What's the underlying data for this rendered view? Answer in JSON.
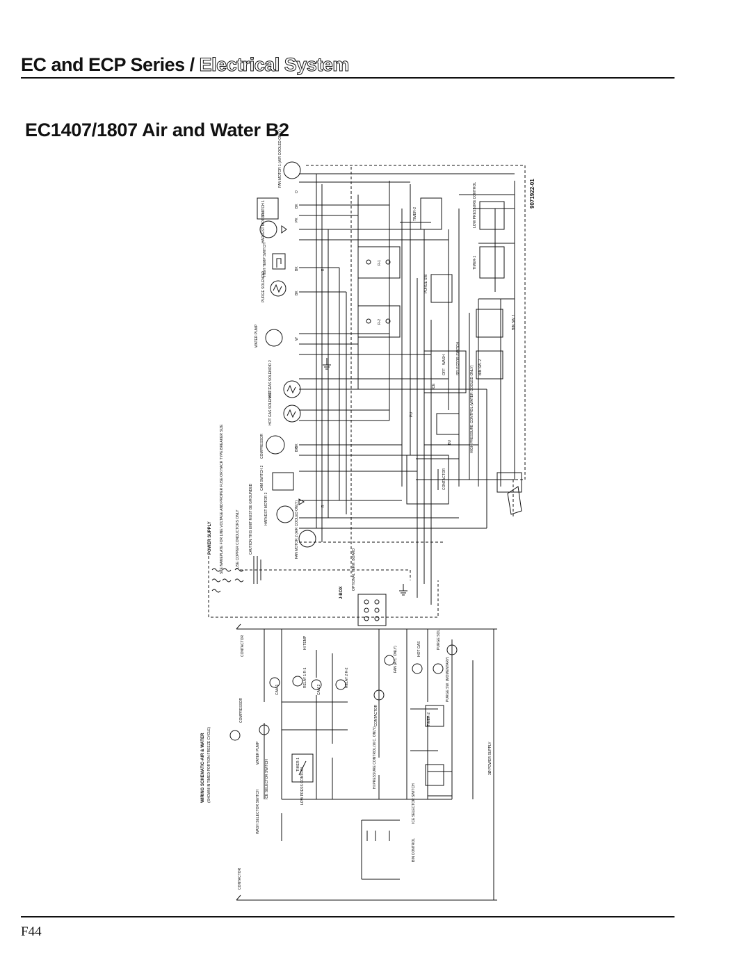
{
  "header": {
    "series": "EC and ECP Series",
    "separator": "/",
    "section": "Electrical System"
  },
  "title": "EC1407/1807 Air and Water B2",
  "page_number": "F44",
  "diagram": {
    "part_number": "9071922-01",
    "components": {
      "fan_motor_1": "FAN MOTOR 1 (AIR COOLED ONLY)",
      "switch_1": "SWITCH 1",
      "harvest_motor_1": "HARVEST MOTOR 1",
      "high_temp_switch": "HIGH TEMP SWITCH",
      "purge_solenoid": "PURGE SOLENOID",
      "water_pump": "WATER PUMP",
      "hot_gas_solenoid_2": "HOT GAS SOLENOID 2",
      "hot_gas_solenoid_1": "HOT GAS SOLENOID 1",
      "compressor": "COMPRESSOR",
      "cam_switch_2": "CAM SWITCH 2",
      "harvest_motor_2": "HARVEST MOTOR 2",
      "fan_motor_2": "FAN MOTOR 2 (AIR COOLED ONLY)",
      "power_supply": "POWER SUPPLY",
      "power_note": "SEE NAMEPLATE FOR LINE VOLTAGE AND PROPER FUSE OR HACR TYPE BREAKER SIZE",
      "copper_note": "USE COPPER CONDUCTORS ONLY",
      "caution": "CAUTION THIS UNIT MUST BE GROUNDED",
      "jbox": "J-BOX",
      "terminal_board": "OPTIONAL TERM. BOARD",
      "timer_2": "TIMER-2",
      "low_pressure_control": "LOW PRESSURE CONTROL",
      "timer_1": "TIMER-1",
      "relay_1": "R-1",
      "relay_2": "R-2",
      "purge_switch": "PURGE SW.",
      "selector_switch": "SELECTOR SWITCH",
      "bin_switch_1": "BIN SW. 1",
      "bin_switch_2": "BIN SW. 2",
      "high_pressure_control": "HIGH PRESSURE CONTROL (WATER COOLED ONLY)",
      "contactor": "CONTACTOR",
      "selector_positions": [
        "ICE",
        "OFF",
        "WASH"
      ]
    },
    "schematic": {
      "title": "WIRING SCHEMATIC-AIR & WATER",
      "subtitle": "(SHOWN IN TIMED PORTION FREEZE CYCLE)",
      "labels": [
        "CONTACTOR",
        "HI TEMP",
        "FAN (A.C. ONLY)",
        "HOT GAS",
        "PURGE SOL",
        "CAM 1",
        "RELAY 1 R-1",
        "CAM 2",
        "RELAY 2 R-2",
        "COMPRESSOR",
        "WATER PUMP",
        "CONTACTOR",
        "TIMER-2",
        "PURGE SW. (MOMENTARY)",
        "TIMER-1",
        "ICE SELECTOR SWITCH",
        "LOW PRESS CONTROL",
        "HI PRESSURE CONTROL (W.C. ONLY)",
        "WASH SELECTOR SWITCH",
        "ICE SELECTOR SWITCH",
        "BIN CONTROL",
        "CONTACTOR",
        "3Ø POWER SUPPLY"
      ],
      "wire_codes": [
        "BK",
        "R",
        "O",
        "PU",
        "PK",
        "W",
        "BR",
        "BU"
      ]
    }
  }
}
